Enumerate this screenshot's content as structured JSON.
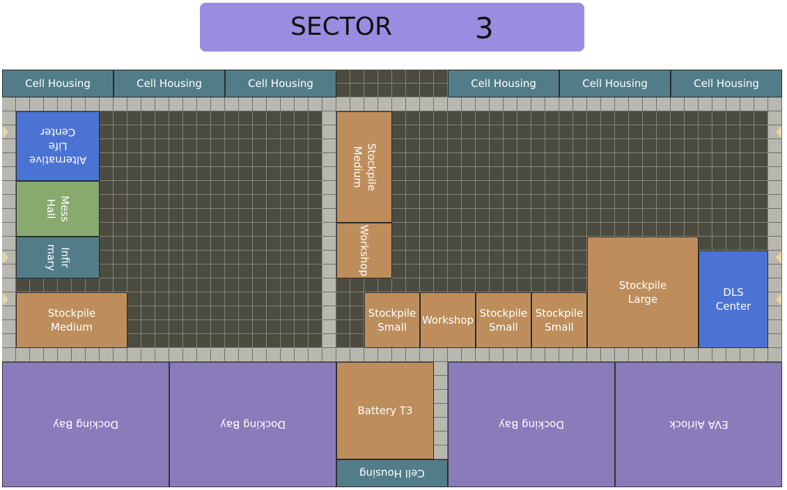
{
  "header": {
    "label": "SECTOR",
    "number": "3",
    "background_color": "#9a8ce0"
  },
  "map": {
    "floor_color": "#4c4b40",
    "wall_color": "#b8b8b1",
    "rooms": {
      "cell_housing_1": {
        "label": "Cell Housing",
        "type": "cell-housing",
        "orientation": "normal"
      },
      "cell_housing_2": {
        "label": "Cell Housing",
        "type": "cell-housing",
        "orientation": "normal"
      },
      "cell_housing_3": {
        "label": "Cell Housing",
        "type": "cell-housing",
        "orientation": "normal"
      },
      "cell_housing_4": {
        "label": "Cell Housing",
        "type": "cell-housing",
        "orientation": "normal"
      },
      "cell_housing_5": {
        "label": "Cell Housing",
        "type": "cell-housing",
        "orientation": "normal"
      },
      "cell_housing_6": {
        "label": "Cell Housing",
        "type": "cell-housing",
        "orientation": "normal"
      },
      "alt_life_center": {
        "label": "Alternative\nLife\nCenter",
        "type": "alternative-life-center",
        "orientation": "rotated-180"
      },
      "mess_hall": {
        "label": "Mess\nHall",
        "type": "mess-hall",
        "orientation": "rotated-90"
      },
      "infirmary": {
        "label": "Infir\nmary",
        "type": "infirmary",
        "orientation": "rotated-90"
      },
      "stockpile_medium_left": {
        "label": "Stockpile\nMedium",
        "type": "stockpile-medium",
        "orientation": "normal"
      },
      "stockpile_medium_center": {
        "label": "Stockpile\nMedium",
        "type": "stockpile-medium",
        "orientation": "rotated-90"
      },
      "workshop_vertical": {
        "label": "Workshop",
        "type": "workshop",
        "orientation": "rotated-90"
      },
      "stockpile_small_1": {
        "label": "Stockpile\nSmall",
        "type": "stockpile-small",
        "orientation": "normal"
      },
      "workshop_horizontal": {
        "label": "Workshop",
        "type": "workshop",
        "orientation": "normal"
      },
      "stockpile_small_2": {
        "label": "Stockpile\nSmall",
        "type": "stockpile-small",
        "orientation": "normal"
      },
      "stockpile_small_3": {
        "label": "Stockpile\nSmall",
        "type": "stockpile-small",
        "orientation": "normal"
      },
      "stockpile_large": {
        "label": "Stockpile\nLarge",
        "type": "stockpile-large",
        "orientation": "normal"
      },
      "dls_center": {
        "label": "DLS\nCenter",
        "type": "dls-center",
        "orientation": "normal"
      },
      "docking_bay_1": {
        "label": "Docking Bay",
        "type": "docking-bay",
        "orientation": "rotated-180"
      },
      "docking_bay_2": {
        "label": "Docking Bay",
        "type": "docking-bay",
        "orientation": "rotated-180"
      },
      "battery_t3": {
        "label": "Battery T3",
        "type": "battery",
        "orientation": "normal"
      },
      "cell_housing_bottom": {
        "label": "Cell Housing",
        "type": "cell-housing",
        "orientation": "rotated-180"
      },
      "docking_bay_3": {
        "label": "Docking Bay",
        "type": "docking-bay",
        "orientation": "rotated-180"
      },
      "eva_airlock": {
        "label": "EVA Airlock",
        "type": "eva-airlock",
        "orientation": "rotated-180"
      }
    },
    "colors": {
      "cell_housing": "#527d88",
      "stockpile": "#bd8e5c",
      "blue_facility": "#4a73d4",
      "mess_hall": "#88aa6e",
      "bay": "#8a7bbb",
      "door_marker": "#e8d6a8"
    }
  }
}
